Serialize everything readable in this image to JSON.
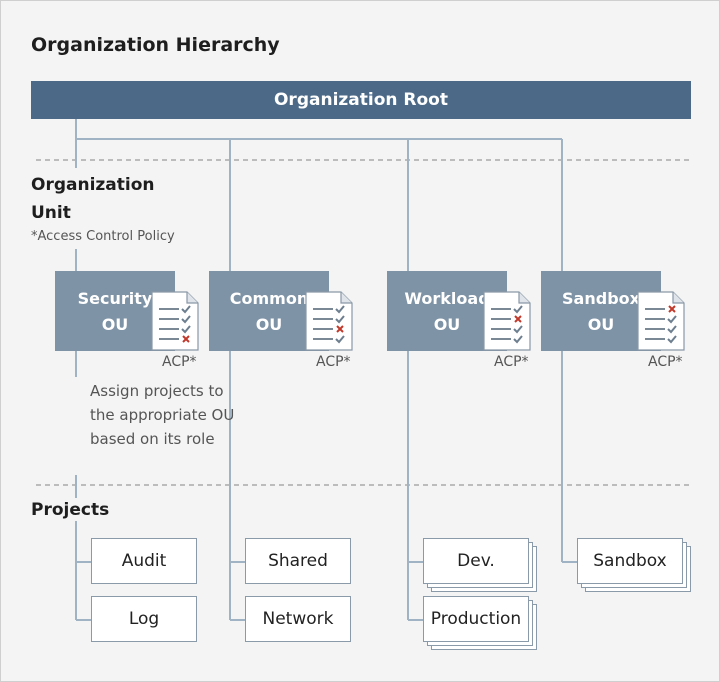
{
  "title": "Organization Hierarchy",
  "root_label": "Organization Root",
  "ou_section": {
    "line1": "Organization",
    "line2": "Unit",
    "note": "*Access Control Policy"
  },
  "ous": [
    {
      "line1": "Security",
      "line2": "OU",
      "acp": "ACP*",
      "checks": [
        "check",
        "check",
        "check",
        "cross"
      ]
    },
    {
      "line1": "Common",
      "line2": "OU",
      "acp": "ACP*",
      "checks": [
        "check",
        "check",
        "cross",
        "check"
      ]
    },
    {
      "line1": "Workload",
      "line2": "OU",
      "acp": "ACP*",
      "checks": [
        "check",
        "cross",
        "check",
        "check"
      ]
    },
    {
      "line1": "Sandbox",
      "line2": "OU",
      "acp": "ACP*",
      "checks": [
        "cross",
        "check",
        "check",
        "check"
      ]
    }
  ],
  "assign_note": "Assign projects to the appropriate OU based on its role",
  "projects_label": "Projects",
  "projects": {
    "audit": "Audit",
    "log": "Log",
    "shared": "Shared",
    "network": "Network",
    "dev": "Dev.",
    "production": "Production",
    "sandbox": "Sandbox"
  },
  "colors": {
    "root": "#4c6a88",
    "ou": "#7f93a6",
    "connector": "#9fb3c5",
    "check": "#6d7e8f",
    "cross": "#c0392b"
  }
}
